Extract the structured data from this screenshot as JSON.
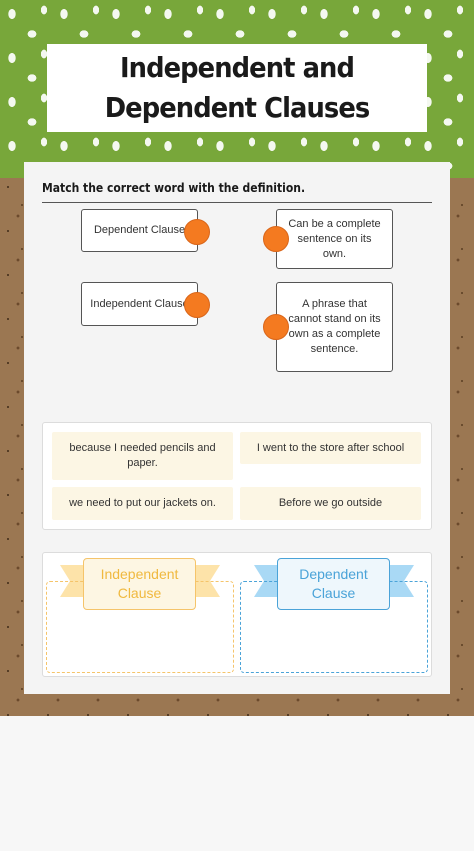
{
  "title": "Independent and Dependent Clauses",
  "instruction": "Match the correct word with the definition.",
  "match": {
    "terms": [
      "Dependent Clause",
      "Independent Clause"
    ],
    "definitions": [
      "Can be a complete sentence on its own.",
      "A phrase that cannot stand on its own as a complete sentence."
    ],
    "dot_color": "#f47a20"
  },
  "sort": {
    "tiles": [
      "because I needed pencils and paper.",
      "I went to the store after school",
      "we need to put our jackets on.",
      "Before we go outside"
    ],
    "categories": [
      {
        "label": "Independent Clause",
        "color": "#f5c46a",
        "ribbon_color": "#fde3a9",
        "label_bg": "#fdf6e3"
      },
      {
        "label": "Dependent Clause",
        "color": "#4aa3d8",
        "ribbon_color": "#a9d9f5",
        "label_bg": "#eef7fc"
      }
    ]
  },
  "colors": {
    "header_green": "#78a73a",
    "cork_brown": "#9b7752"
  }
}
